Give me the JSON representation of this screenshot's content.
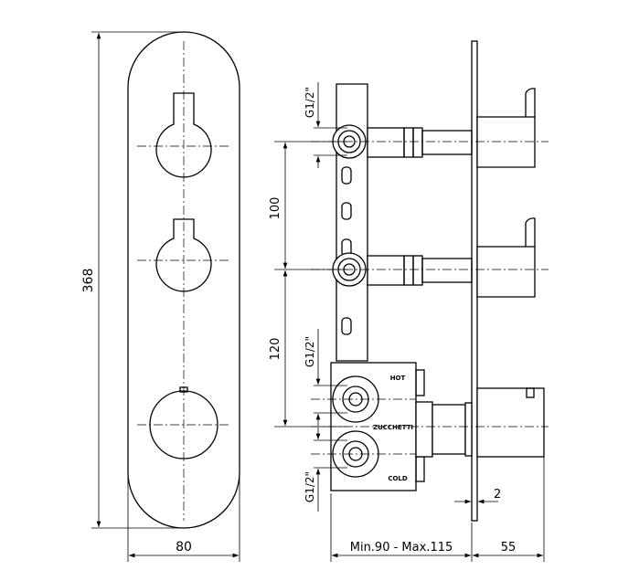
{
  "dimensions": {
    "height_total": "368",
    "width_plate": "80",
    "spacing_upper": "100",
    "spacing_lower": "120",
    "plate_thickness": "2",
    "depth_range": "Min.90 - Max.115",
    "handle_depth": "55"
  },
  "thread_labels": [
    "G1/2\"",
    "G1/2\"",
    "G1/2\""
  ],
  "body_labels": {
    "hot": "HOT",
    "brand": "ZUCCHETTI",
    "cold": "COLD"
  }
}
